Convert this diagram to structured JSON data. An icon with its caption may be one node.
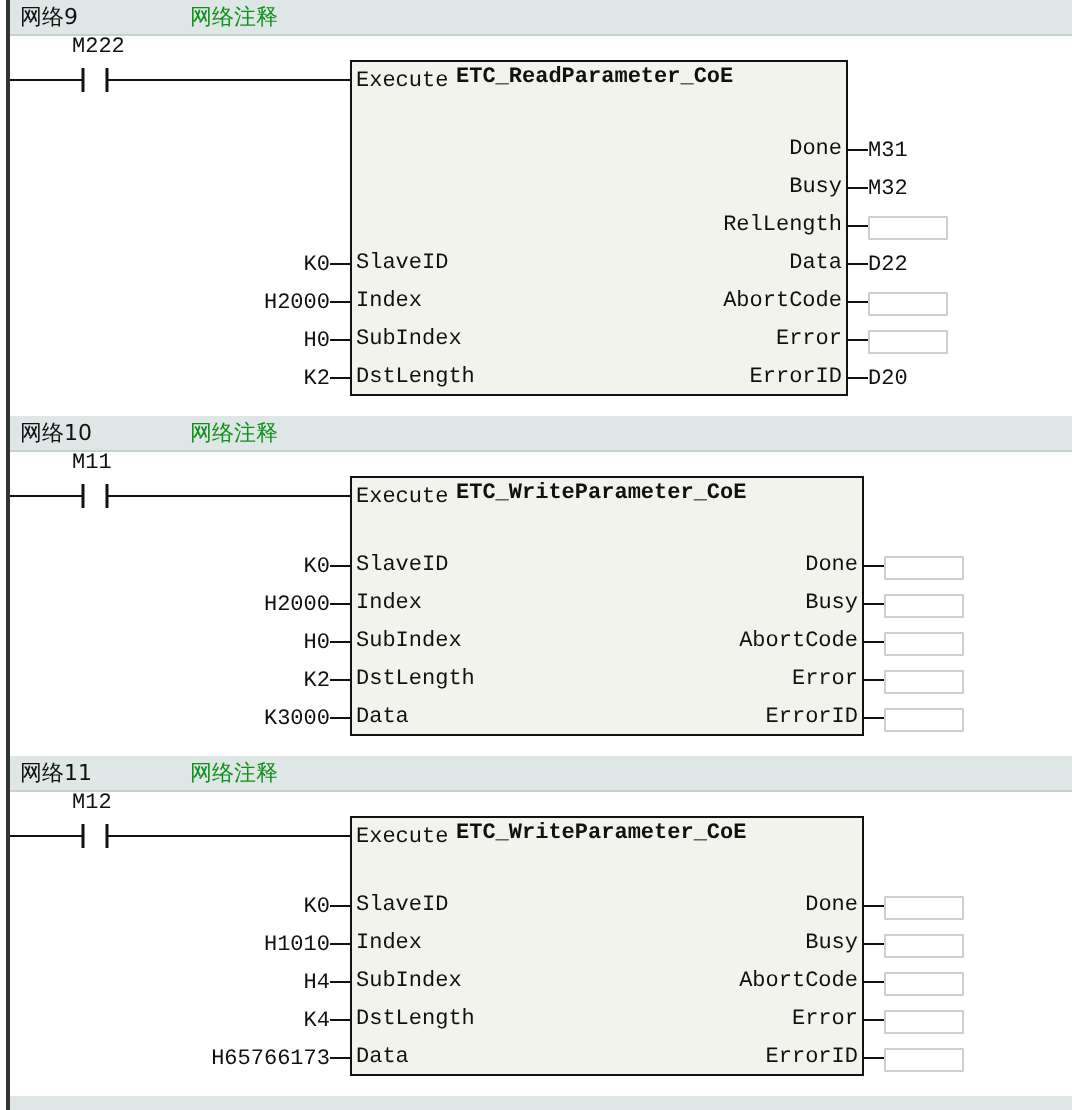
{
  "diagram": {
    "nodes": [
      {
        "text": [
          "M222"
        ]
      },
      {
        "text": [
          "ETC_ReadParameter_CoE"
        ]
      },
      {
        "text": [
          "Execute"
        ],
        "in": 1
      },
      {
        "text": [
          "SlaveID"
        ],
        "in": 1
      },
      {
        "text": [
          "Index"
        ],
        "in": 1
      },
      {
        "text": [
          "SubIndex"
        ],
        "in": 1
      },
      {
        "text": [
          "DstLength"
        ],
        "in": 1
      },
      {
        "text": [
          "Done"
        ],
        "in": 1
      },
      {
        "text": [
          "Busy"
        ],
        "in": 1
      },
      {
        "text": [
          "RelLength"
        ],
        "in": 1
      },
      {
        "text": [
          "Data"
        ],
        "in": 1
      },
      {
        "text": [
          "AbortCode"
        ],
        "in": 1
      },
      {
        "text": [
          "Error"
        ],
        "in": 1
      },
      {
        "text": [
          "ErrorID"
        ],
        "in": 1
      },
      {
        "text": [
          "K0"
        ]
      },
      {
        "text": [
          "H2000"
        ]
      },
      {
        "text": [
          "H0"
        ]
      },
      {
        "text": [
          "K2"
        ]
      },
      {
        "text": [
          "M31"
        ]
      },
      {
        "text": [
          "M32"
        ]
      },
      {
        "text": [],
        "shape": "box"
      },
      {
        "text": [
          "D22"
        ]
      },
      {
        "text": [],
        "shape": "box"
      },
      {
        "text": [],
        "shape": "box"
      },
      {
        "text": [
          "D20"
        ]
      },
      {
        "text": [
          "M11"
        ]
      },
      {
        "text": [
          "ETC_WriteParameter_CoE"
        ]
      },
      {
        "text": [
          "Execute"
        ],
        "in": 26
      },
      {
        "text": [
          "SlaveID"
        ],
        "in": 26
      },
      {
        "text": [
          "Index"
        ],
        "in": 26
      },
      {
        "text": [
          "SubIndex"
        ],
        "in": 26
      },
      {
        "text": [
          "DstLength"
        ],
        "in": 26
      },
      {
        "text": [
          "Data"
        ],
        "in": 26
      },
      {
        "text": [
          "Done"
        ],
        "in": 26
      },
      {
        "text": [
          "Busy"
        ],
        "in": 26
      },
      {
        "text": [
          "AbortCode"
        ],
        "in": 26
      },
      {
        "text": [
          "Error"
        ],
        "in": 26
      },
      {
        "text": [
          "ErrorID"
        ],
        "in": 26
      },
      {
        "text": [
          "K0"
        ]
      },
      {
        "text": [
          "H2000"
        ]
      },
      {
        "text": [
          "H0"
        ]
      },
      {
        "text": [
          "K2"
        ]
      },
      {
        "text": [
          "K3000"
        ]
      },
      {
        "text": [],
        "shape": "box"
      },
      {
        "text": [],
        "shape": "box"
      },
      {
        "text": [],
        "shape": "box"
      },
      {
        "text": [],
        "shape": "box"
      },
      {
        "text": [],
        "shape": "box"
      },
      {
        "text": [
          "M12"
        ]
      },
      {
        "text": [
          "ETC_WriteParameter_CoE"
        ]
      },
      {
        "text": [
          "Execute"
        ],
        "in": 49
      },
      {
        "text": [
          "SlaveID"
        ],
        "in": 49
      },
      {
        "text": [
          "Index"
        ],
        "in": 49
      },
      {
        "text": [
          "SubIndex"
        ],
        "in": 49
      },
      {
        "text": [
          "DstLength"
        ],
        "in": 49
      },
      {
        "text": [
          "Data"
        ],
        "in": 49
      },
      {
        "text": [
          "Done"
        ],
        "in": 49
      },
      {
        "text": [
          "Busy"
        ],
        "in": 49
      },
      {
        "text": [
          "AbortCode"
        ],
        "in": 49
      },
      {
        "text": [
          "Error"
        ],
        "in": 49
      },
      {
        "text": [
          "ErrorID"
        ],
        "in": 49
      },
      {
        "text": [
          "K0"
        ]
      },
      {
        "text": [
          "H1010"
        ]
      },
      {
        "text": [
          "H4"
        ]
      },
      {
        "text": [
          "K4"
        ]
      },
      {
        "text": [
          "H65766173"
        ]
      },
      {
        "text": [],
        "shape": "box"
      },
      {
        "text": [],
        "shape": "box"
      },
      {
        "text": [],
        "shape": "box"
      },
      {
        "text": [],
        "shape": "box"
      },
      {
        "text": [],
        "shape": "box"
      }
    ],
    "edges": [
      {
        "from": 0,
        "to": 2,
        "arrow": "none"
      },
      {
        "from": 14,
        "to": 3,
        "arrow": "none"
      },
      {
        "from": 15,
        "to": 4,
        "arrow": "none"
      },
      {
        "from": 16,
        "to": 5,
        "arrow": "none"
      },
      {
        "from": 17,
        "to": 6,
        "arrow": "none"
      },
      {
        "from": 7,
        "to": 18,
        "arrow": "none"
      },
      {
        "from": 8,
        "to": 19,
        "arrow": "none"
      },
      {
        "from": 9,
        "to": 20,
        "arrow": "none"
      },
      {
        "from": 10,
        "to": 21,
        "arrow": "none"
      },
      {
        "from": 11,
        "to": 22,
        "arrow": "none"
      },
      {
        "from": 12,
        "to": 23,
        "arrow": "none"
      },
      {
        "from": 13,
        "to": 24,
        "arrow": "none"
      },
      {
        "from": 25,
        "to": 27,
        "arrow": "none"
      },
      {
        "from": 38,
        "to": 28,
        "arrow": "none"
      },
      {
        "from": 39,
        "to": 29,
        "arrow": "none"
      },
      {
        "from": 40,
        "to": 30,
        "arrow": "none"
      },
      {
        "from": 41,
        "to": 31,
        "arrow": "none"
      },
      {
        "from": 42,
        "to": 32,
        "arrow": "none"
      },
      {
        "from": 33,
        "to": 43,
        "arrow": "none"
      },
      {
        "from": 34,
        "to": 44,
        "arrow": "none"
      },
      {
        "from": 35,
        "to": 45,
        "arrow": "none"
      },
      {
        "from": 36,
        "to": 46,
        "arrow": "none"
      },
      {
        "from": 37,
        "to": 47,
        "arrow": "none"
      },
      {
        "from": 48,
        "to": 50,
        "arrow": "none"
      },
      {
        "from": 61,
        "to": 51,
        "arrow": "none"
      },
      {
        "from": 62,
        "to": 52,
        "arrow": "none"
      },
      {
        "from": 63,
        "to": 53,
        "arrow": "none"
      },
      {
        "from": 64,
        "to": 54,
        "arrow": "none"
      },
      {
        "from": 65,
        "to": 55,
        "arrow": "none"
      },
      {
        "from": 56,
        "to": 66,
        "arrow": "none"
      },
      {
        "from": 57,
        "to": 67,
        "arrow": "none"
      },
      {
        "from": 58,
        "to": 68,
        "arrow": "none"
      },
      {
        "from": 59,
        "to": 69,
        "arrow": "none"
      },
      {
        "from": 60,
        "to": 70,
        "arrow": "none"
      }
    ],
    "labels": [
      "网络9",
      "网络注释",
      "网络10",
      "网络注释",
      "网络11",
      "网络注释"
    ]
  }
}
